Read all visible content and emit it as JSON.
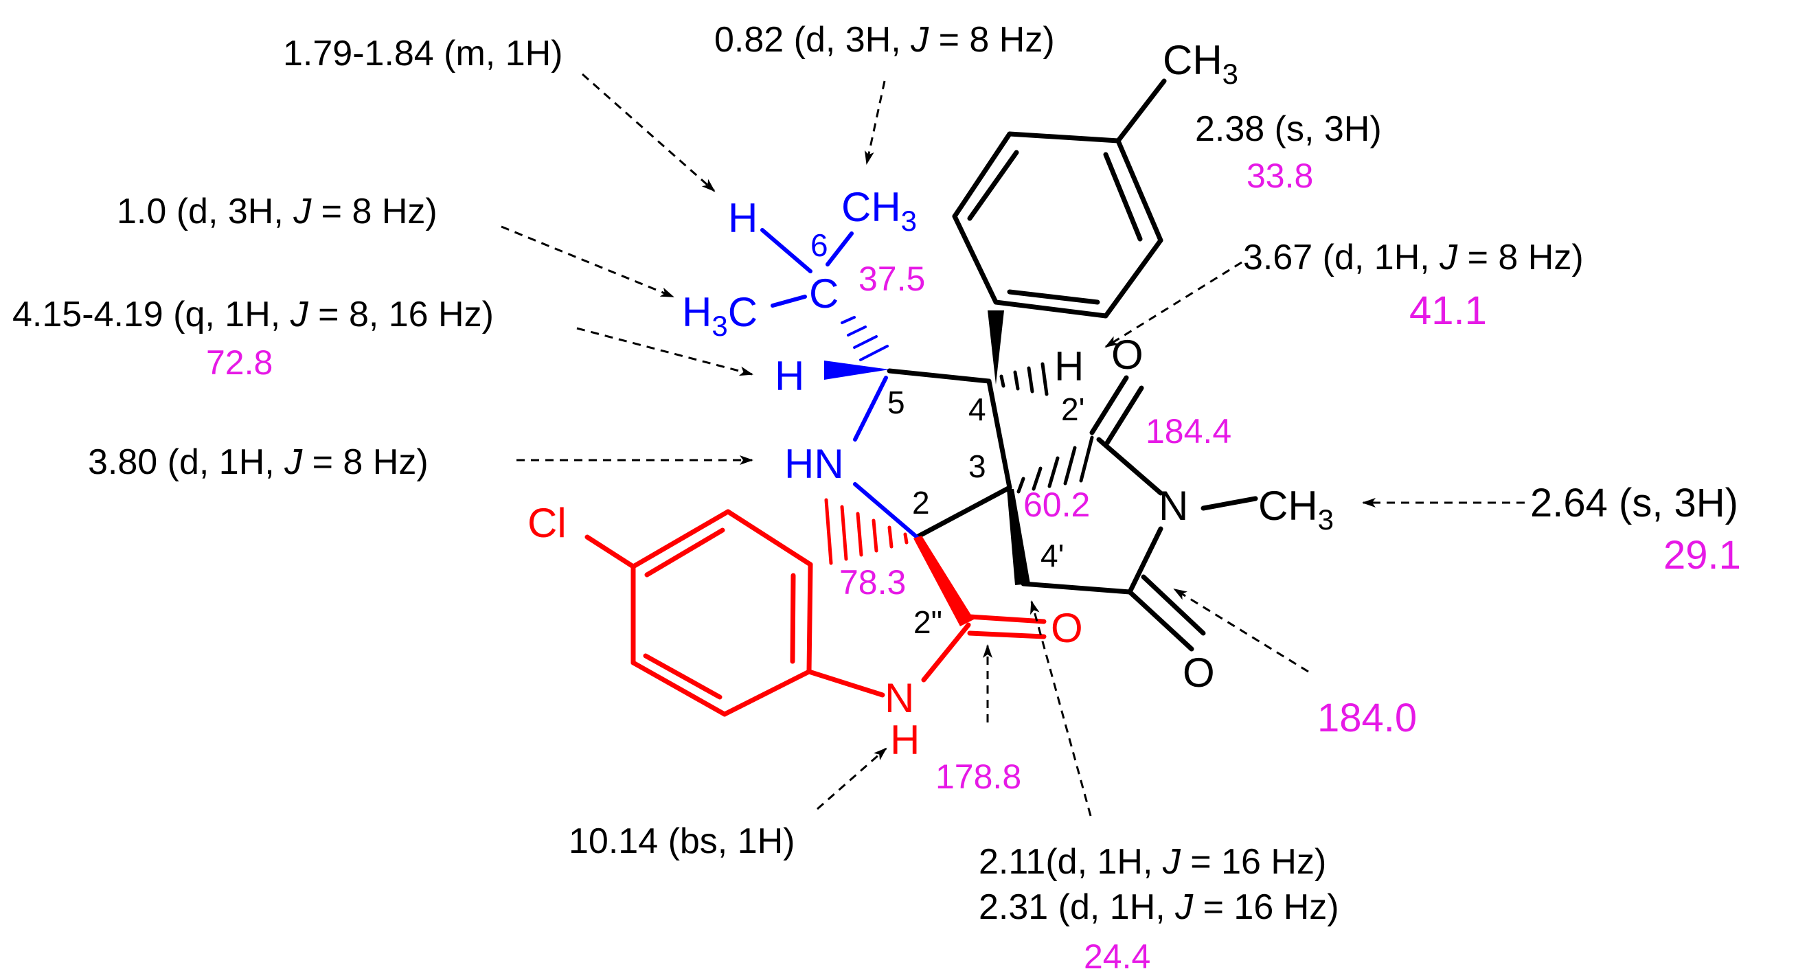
{
  "colors": {
    "black": "#000000",
    "blue": "#0000ff",
    "red": "#ff0000",
    "magenta": "#e619e6"
  },
  "atoms": {
    "ch3_top": {
      "main": "CH",
      "sub": "3"
    },
    "ch3_iso": {
      "main": "CH",
      "sub": "3"
    },
    "h3c_iso": {
      "main": "H",
      "sub": "3",
      "tail": "C"
    },
    "h_iso": "H",
    "c_iso": "C",
    "h5": "H",
    "hn": "HN",
    "h4": "H",
    "o_2prime": "O",
    "n_imide": "N",
    "ch3_n": {
      "main": "CH",
      "sub": "3"
    },
    "o_imide_lower": "O",
    "o_lactam": "O",
    "cl": "Cl",
    "n_lactam": "N",
    "h_lactam": "H"
  },
  "locants": {
    "l6": "6",
    "l5": "5",
    "l4": "4",
    "l3": "3",
    "l2": "2",
    "l2p": "2'",
    "l4p": "4'",
    "l2pp": "2\""
  },
  "proton_labels": {
    "p_179": "1.79-1.84 (m, 1H)",
    "p_082": {
      "pre": "0.82 (d, 3H, ",
      "j": "J",
      "post": " = 8 Hz)"
    },
    "p_238": "2.38 (s, 3H)",
    "p_10": {
      "pre": "1.0 (d, 3H, ",
      "j": "J",
      "post": " = 8 Hz)"
    },
    "p_367": {
      "pre": "3.67 (d, 1H, ",
      "j": "J",
      "post": " = 8 Hz)"
    },
    "p_415": {
      "pre": "4.15-4.19 (q, 1H, ",
      "j": "J",
      "post": " = 8, 16 Hz)"
    },
    "p_380": {
      "pre": "3.80 (d, 1H, ",
      "j": "J",
      "post": " = 8 Hz)"
    },
    "p_264": "2.64 (s, 3H)",
    "p_1014": "10.14 (bs, 1H)",
    "p_211": {
      "pre": "2.11(d, 1H, ",
      "j": "J",
      "post": " = 16 Hz)"
    },
    "p_231": {
      "pre": "2.31 (d, 1H, ",
      "j": "J",
      "post": " = 16 Hz)"
    }
  },
  "carbon_shifts": {
    "c_338": "33.8",
    "c_375": "37.5",
    "c_411": "41.1",
    "c_728": "72.8",
    "c_1844": "184.4",
    "c_602": "60.2",
    "c_291": "29.1",
    "c_783": "78.3",
    "c_1840": "184.0",
    "c_1788": "178.8",
    "c_244": "24.4"
  }
}
